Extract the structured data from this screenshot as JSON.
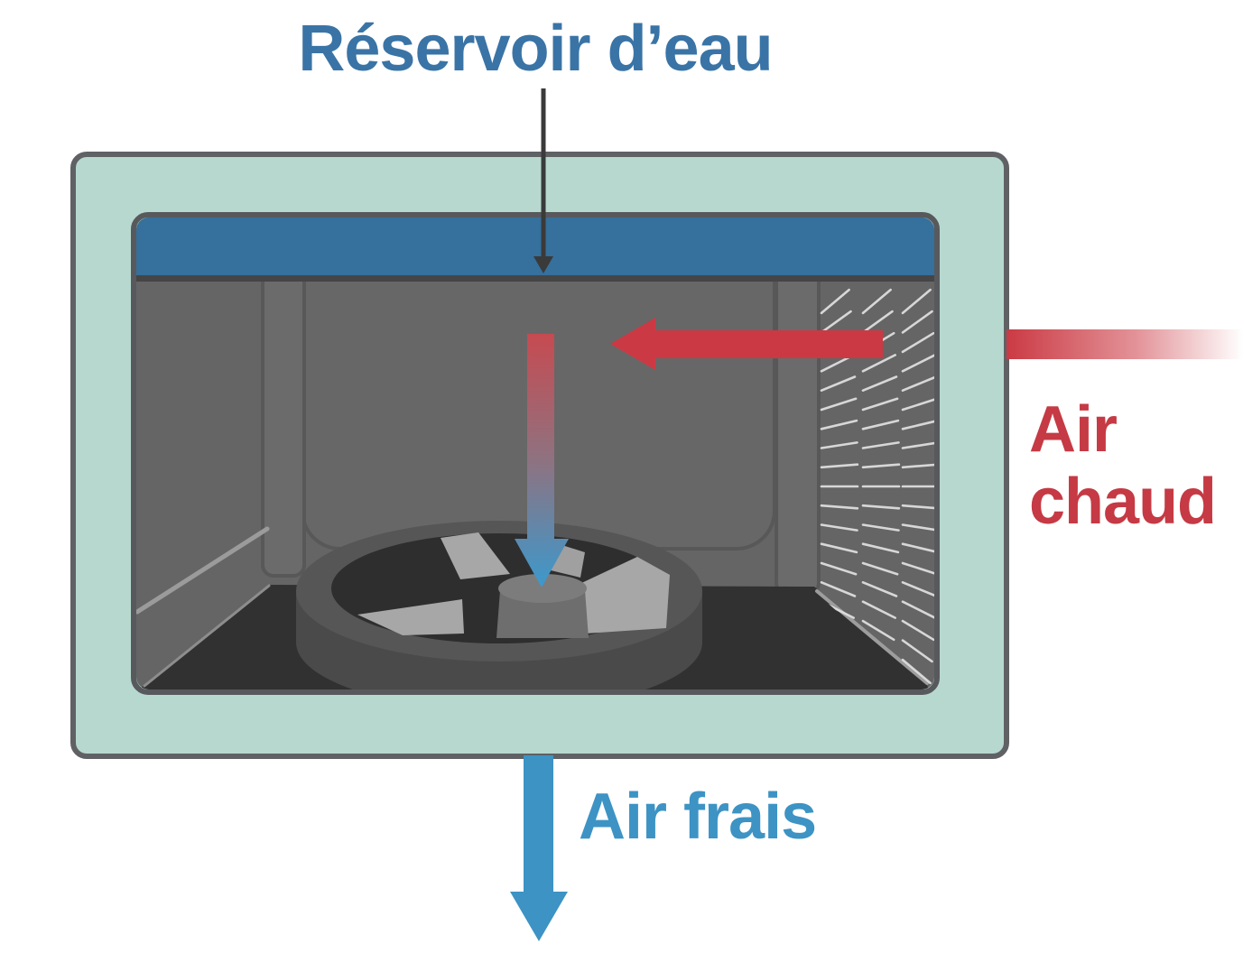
{
  "diagram": {
    "title": "Réservoir d’eau",
    "hot_air_label": "Air chaud",
    "fresh_air_label": "Air frais",
    "colors": {
      "hot": "#cb3a44",
      "hot_text": "#c53a44",
      "cold": "#3c93c4",
      "cold_text": "#3d93c4",
      "title_blue": "#3a74a6",
      "reservoir_blue": "#36709c",
      "body_teal": "#b6d8cf",
      "interior_gray": "#656565",
      "floor_dark": "#313131",
      "pointer_dark": "#3a3a3a"
    }
  }
}
